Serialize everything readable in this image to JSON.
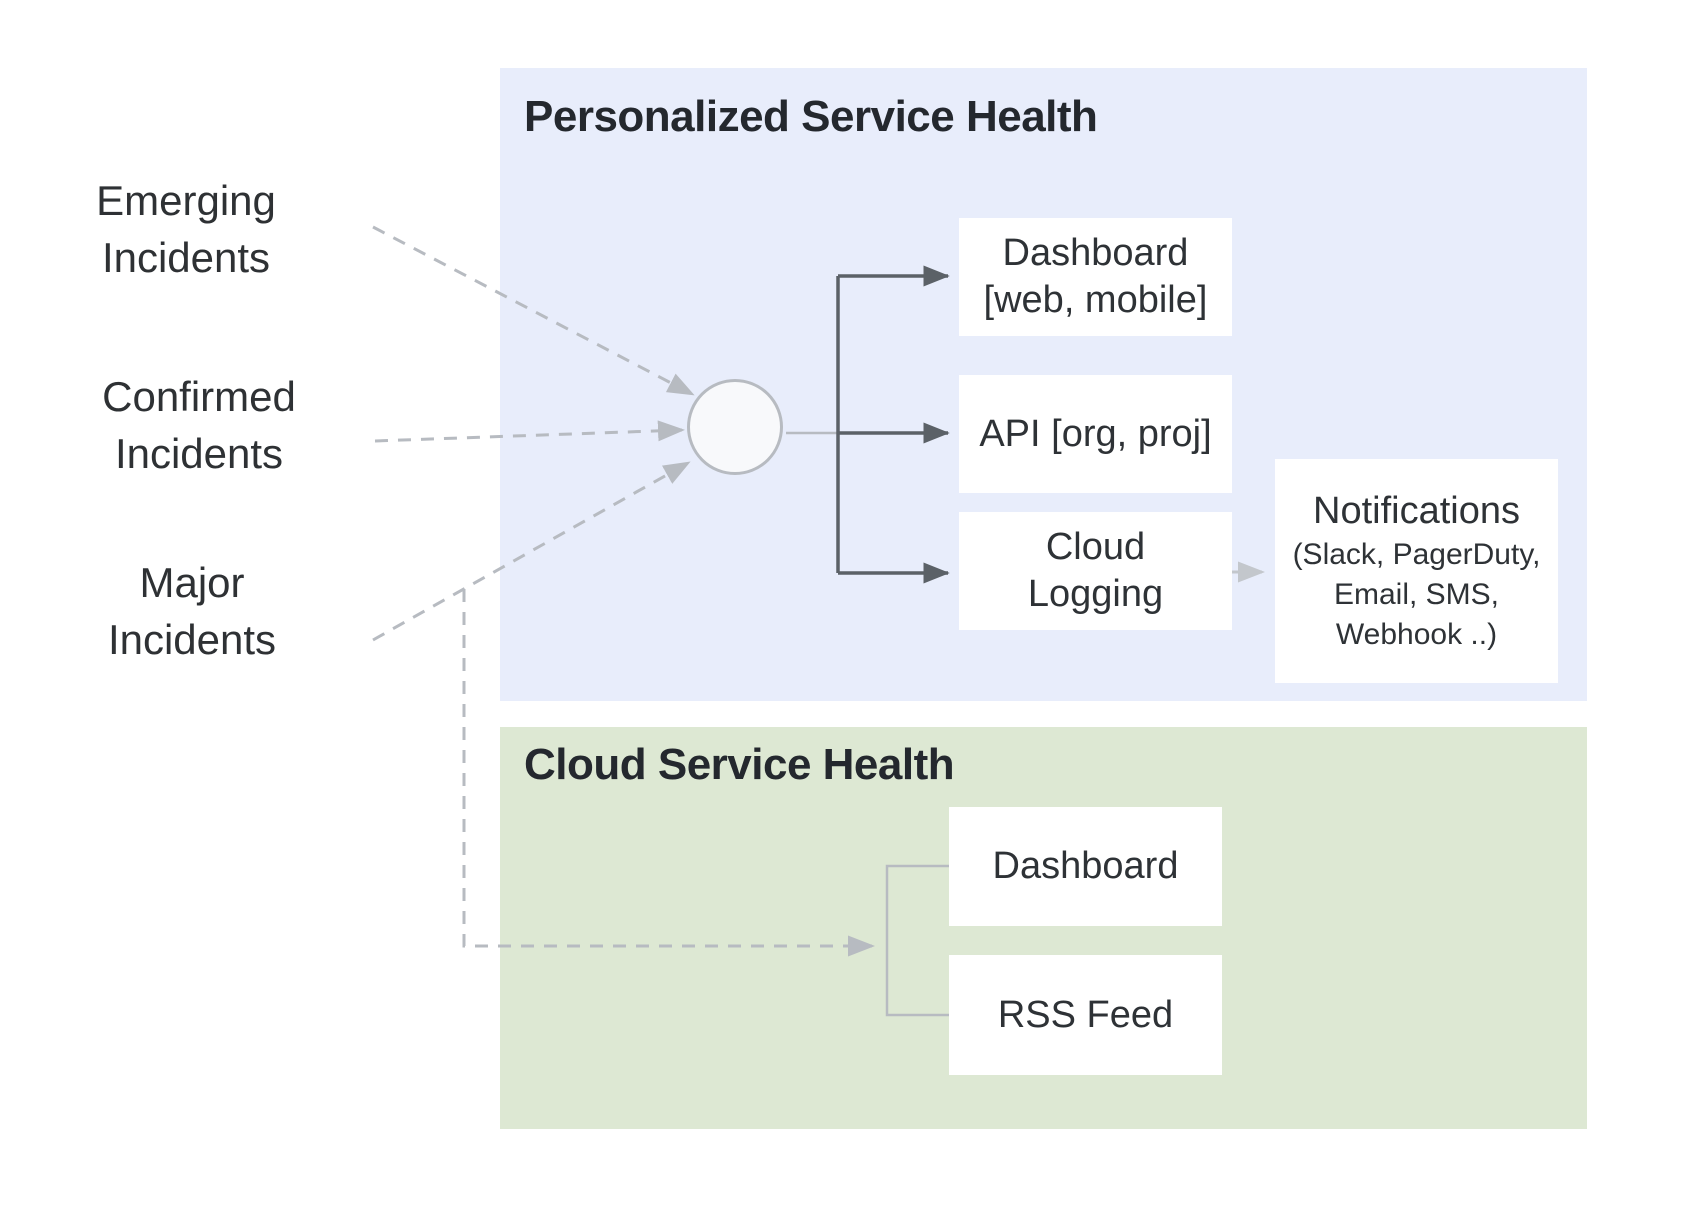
{
  "diagram": {
    "sources": [
      {
        "label": "Emerging\nIncidents"
      },
      {
        "label": "Confirmed\nIncidents"
      },
      {
        "label": "Major\nIncidents"
      }
    ],
    "personalized": {
      "title": "Personalized Service Health",
      "boxes": [
        {
          "label": "Dashboard\n[web, mobile]"
        },
        {
          "label": "API [org, proj]"
        },
        {
          "label": "Cloud\nLogging"
        }
      ],
      "notifications": {
        "title": "Notifications",
        "subtitle": "(Slack, PagerDuty,\nEmail, SMS,\nWebhook ..)"
      }
    },
    "cloud": {
      "title": "Cloud Service Health",
      "boxes": [
        {
          "label": "Dashboard"
        },
        {
          "label": "RSS Feed"
        }
      ]
    },
    "colors": {
      "personalized_bg": "#e8edfb",
      "cloud_bg": "#dde8d3",
      "box_bg": "#ffffff",
      "node_fill": "#f8f9fb",
      "connector_dark": "#5b6167",
      "connector_light": "#b7bbc1",
      "arrow_light": "#c3c7cc",
      "text_title": "#24282e",
      "text_label": "#2e3236"
    }
  }
}
